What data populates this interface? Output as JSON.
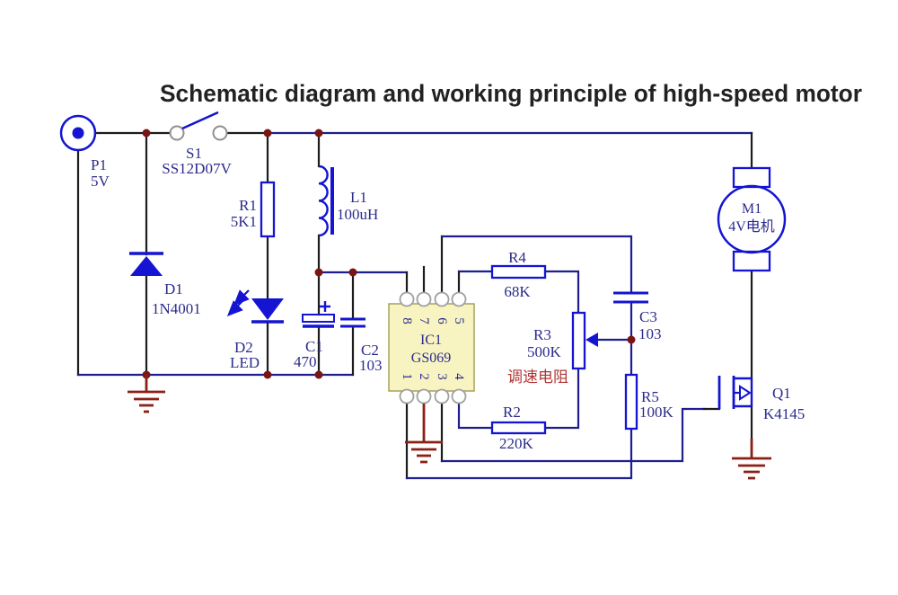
{
  "title": "Schematic diagram and working principle of high-speed motor",
  "colors": {
    "background": "#ffffff",
    "title": "#222222",
    "wire": "#1e1e8f",
    "lead": "#1c1c1c",
    "component": "#1414d2",
    "label": "#2b2b8c",
    "junction": "#7a1515",
    "ground": "#8b2015",
    "annotation": "#b03434",
    "ic_fill": "#f8f4c2",
    "ic_border": "#a8a05a"
  },
  "components": {
    "p1": {
      "ref": "P1",
      "value": "5V"
    },
    "s1": {
      "ref": "S1",
      "value": "SS12D07V"
    },
    "r1": {
      "ref": "R1",
      "value": "5K1"
    },
    "l1": {
      "ref": "L1",
      "value": "100uH"
    },
    "d1": {
      "ref": "D1",
      "value": "1N4001"
    },
    "d2": {
      "ref": "D2",
      "value": "LED"
    },
    "c1": {
      "ref": "C1",
      "value": "470",
      "polarity": "+"
    },
    "c2": {
      "ref": "C2",
      "value": "103"
    },
    "ic1": {
      "ref": "IC1",
      "value": "GS069",
      "pins_top": [
        "8",
        "7",
        "6",
        "5"
      ],
      "pins_bottom": [
        "1",
        "2",
        "3",
        "4"
      ]
    },
    "r4": {
      "ref": "R4",
      "value": "68K"
    },
    "r3": {
      "ref": "R3",
      "value": "500K",
      "annotation": "调速电阻"
    },
    "c3": {
      "ref": "C3",
      "value": "103"
    },
    "r5": {
      "ref": "R5",
      "value": "100K"
    },
    "r2": {
      "ref": "R2",
      "value": "220K"
    },
    "m1": {
      "ref": "M1",
      "value": "4V电机"
    },
    "q1": {
      "ref": "Q1",
      "value": "K4145"
    }
  }
}
